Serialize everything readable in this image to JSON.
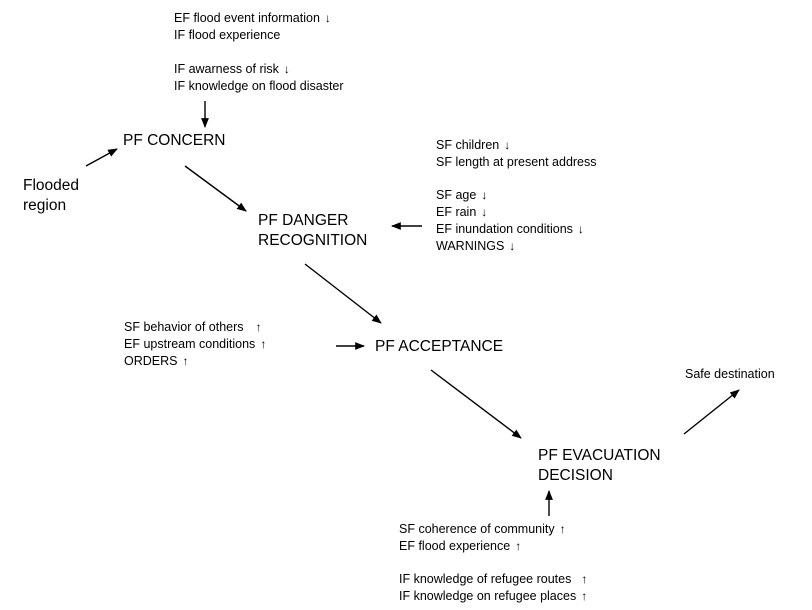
{
  "nodes": {
    "flooded_region": [
      "Flooded",
      "region"
    ],
    "concern": [
      "PF CONCERN"
    ],
    "danger": [
      "PF DANGER",
      "RECOGNITION"
    ],
    "acceptance": [
      "PF ACCEPTANCE"
    ],
    "evacuation": [
      "PF EVACUATION",
      "DECISION"
    ],
    "safe": [
      "Safe destination"
    ]
  },
  "factor_groups": {
    "concern_top_1": [
      {
        "text": "EF flood event information",
        "direction": "down"
      },
      {
        "text": "IF flood experience",
        "direction": ""
      }
    ],
    "concern_top_2": [
      {
        "text": "IF awarness of risk",
        "direction": "down"
      },
      {
        "text": "IF knowledge on flood disaster",
        "direction": ""
      }
    ],
    "danger_right_1": [
      {
        "text": "SF children",
        "direction": "down"
      },
      {
        "text": "SF length at present address",
        "direction": ""
      }
    ],
    "danger_right_2": [
      {
        "text": "SF age",
        "direction": "down"
      },
      {
        "text": "EF rain",
        "direction": "down"
      },
      {
        "text": "EF inundation conditions",
        "direction": "down"
      },
      {
        "text": "WARNINGS",
        "direction": "down"
      }
    ],
    "acceptance_left": [
      {
        "text": "SF behavior of others",
        "direction": "up"
      },
      {
        "text": "EF upstream conditions",
        "direction": "up"
      },
      {
        "text": "ORDERS",
        "direction": "up"
      }
    ],
    "evacuation_bottom_1": [
      {
        "text": "SF coherence of community",
        "direction": "up"
      },
      {
        "text": "EF flood experience",
        "direction": "up"
      }
    ],
    "evacuation_bottom_2": [
      {
        "text": "IF knowledge of refugee routes",
        "direction": "up"
      },
      {
        "text": "IF knowledge on refugee places",
        "direction": "up"
      }
    ]
  },
  "direction_glyphs": {
    "down": "↓",
    "up": "↑"
  }
}
